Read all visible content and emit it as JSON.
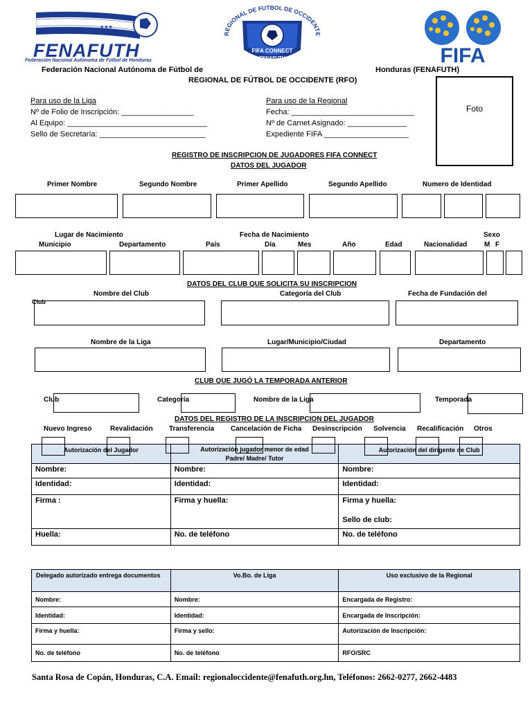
{
  "header": {
    "fenafuth_logo_text": "FENAFUTH",
    "fenafuth_logo_sub": "Federación Nacional Autónoma de Fútbol de Honduras",
    "rfo_logo_arc": "REGIONAL DE FUTBOL DE OCCIDENTE",
    "rfo_logo_mid": "FIFA CONNECT",
    "rfo_logo_bottom": "FENAFUTH",
    "fifa_logo_text": "FIFA",
    "federation_left": "Federación Nacional Autónoma de Fútbol de",
    "federation_right": "Honduras (FENAFUTH)",
    "regional_title": "REGIONAL DE FÚTBOL DE OCCIDENTE (RFO)",
    "photo_label": "Foto"
  },
  "liga_use": {
    "title": "Para uso de la Liga",
    "folio": "Nº de Folio de Inscripción: _________________",
    "equipo": "Al Equipo: _________________________________",
    "sello": "Sello de Secretaría: _________________________"
  },
  "regional_use": {
    "title": "Para uso de la Regional",
    "fecha": "Fecha: _____________________________",
    "carnet": "Nº de Carnet Asignado: ______________",
    "expediente": "Expediente FIFA ____________________"
  },
  "registro_title": "REGISTRO DE INSCRIPCION DE JUGADORES FIFA CONNECT",
  "datos_jugador_title": "DATOS DEL JUGADOR",
  "player_fields": {
    "primer_nombre": "Primer Nombre",
    "segundo_nombre": "Segundo Nombre",
    "primer_apellido": "Primer Apellido",
    "segundo_apellido": "Segundo Apellido",
    "identidad": "Numero de Identidad"
  },
  "birth_fields": {
    "lugar": "Lugar de Nacimiento",
    "fecha": "Fecha de Nacimiento",
    "sexo": "Sexo",
    "municipio": "Municipio",
    "departamento": "Departamento",
    "pais": "País",
    "dia": "Día",
    "mes": "Mes",
    "anio": "Año",
    "edad": "Edad",
    "nacionalidad": "Nacionalidad",
    "m": "M",
    "f": "F"
  },
  "club_title": "DATOS DEL CLUB QUE SOLICITA SU INSCRIPCION",
  "club_fields": {
    "nombre_club": "Nombre del Club",
    "club_word": "Club",
    "categoria": "Categoría del Club",
    "fecha_fundacion": "Fecha de Fundación del",
    "nombre_liga": "Nombre de la Liga",
    "lugar": "Lugar/Municipio/Ciudad",
    "departamento": "Departamento"
  },
  "prev_title": "CLUB QUE JUGÓ LA TEMPORADA ANTERIOR",
  "prev_fields": {
    "club": "Club",
    "categoria": "Categoría",
    "liga": "Nombre de la Liga",
    "temporada": "Temporada"
  },
  "reg_type_title": "DATOS DEL REGISTRO DE LA INSCRIPCION DEL JUGADOR",
  "reg_types": [
    "Nuevo Ingreso",
    "Revalidación",
    "Transferencia",
    "Cancelación de Ficha",
    "Desinscripción",
    "Solvencia",
    "Recalificación",
    "Otros"
  ],
  "auth_table": {
    "headers": [
      "Autorización del Jugador",
      "Autorización jugador menor de edad",
      "Autorización del dirigente de Club"
    ],
    "header_sub": "Padre/ Madre/ Tutor",
    "rows": [
      [
        "Nombre:",
        "Nombre:",
        "Nombre:"
      ],
      [
        "Identidad:",
        "Identidad:",
        "Identidad:"
      ],
      [
        "Firma :",
        "Firma y huella:",
        "Firma y huella:"
      ],
      [
        "Huella:",
        "No. de teléfono",
        "No. de teléfono"
      ]
    ],
    "sello_club": "Sello de club:"
  },
  "delivery_table": {
    "headers": [
      "Delegado autorizado entrega documentos",
      "Vo.Bo. de Liga",
      "Uso exclusivo de la Regional"
    ],
    "rows": [
      [
        "Nombre:",
        "Nombre:",
        "Encargada de Registro:"
      ],
      [
        "Identidad:",
        "Identidad:",
        "Encargada de Inscripción:"
      ],
      [
        "Firma y huella:",
        "Firma y sello:",
        "Autorización de Inscripción:"
      ],
      [
        "No. de teléfono",
        "No. de teléfono",
        "RFO/SRC"
      ]
    ]
  },
  "footer": "Santa Rosa de Copán, Honduras, C.A.  Email: regionaloccidente@fenafuth.org.hn, Teléfonos: 2662-0277, 2662-4483"
}
